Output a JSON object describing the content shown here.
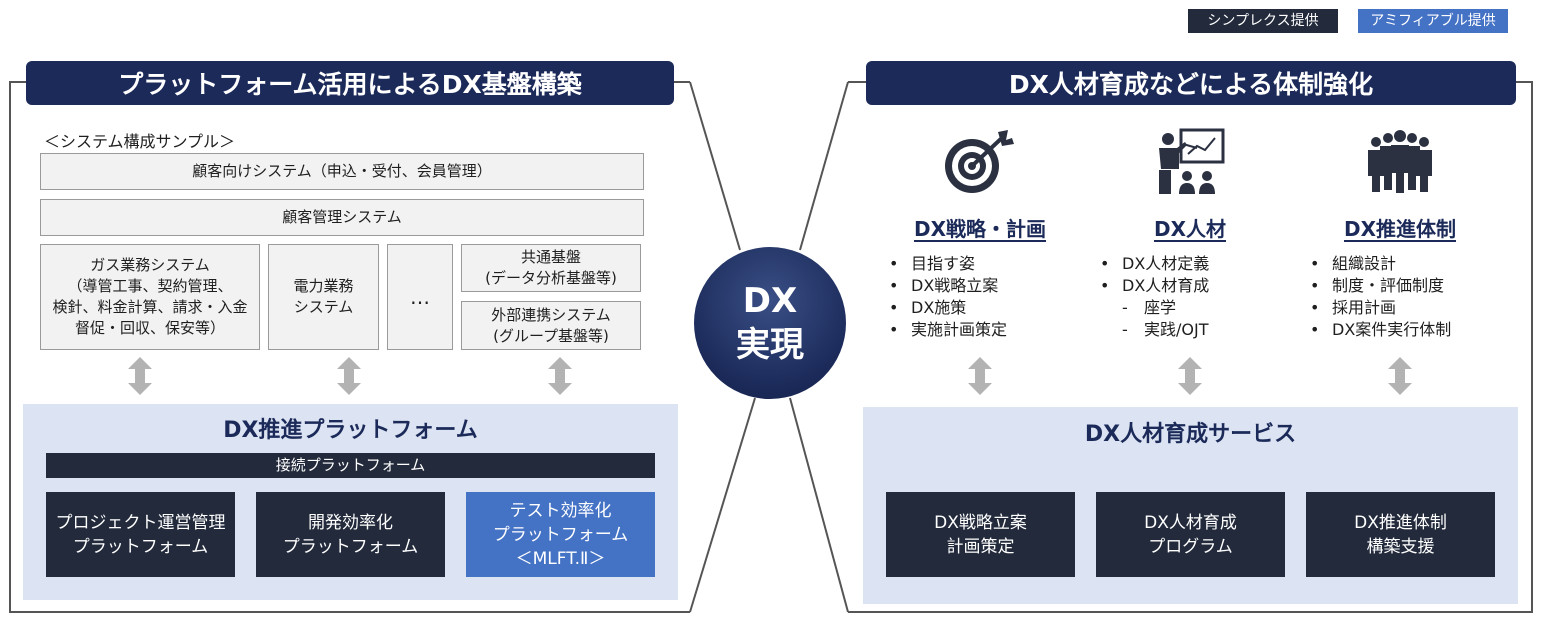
{
  "legend": {
    "simplex": {
      "label": "シンプレクス提供",
      "color": "#222a3b"
    },
    "amiable": {
      "label": "アミフィアブル提供",
      "color": "#4472c4"
    }
  },
  "center": {
    "line1": "DX",
    "line2": "実現"
  },
  "left": {
    "title": "プラットフォーム活用によるDX基盤構築",
    "sample_label": "＜システム構成サンプル＞",
    "systems": {
      "customer_facing": "顧客向けシステム（申込・受付、会員管理）",
      "customer_mgmt": "顧客管理システム",
      "gas": "ガス業務システム\n（導管工事、契約管理、\n検針、料金計算、請求・入金\n督促・回収、保安等）",
      "power": "電力業務\nシステム",
      "ellipsis": "…",
      "common": "共通基盤\n(データ分析基盤等)",
      "external": "外部連携システム\n(グループ基盤等)"
    },
    "platform": {
      "title": "DX推進プラットフォーム",
      "connect": "接続プラットフォーム",
      "boxes": [
        {
          "label": "プロジェクト運営管理\nプラットフォーム",
          "provider": "simplex"
        },
        {
          "label": "開発効率化\nプラットフォーム",
          "provider": "simplex"
        },
        {
          "label": "テスト効率化\nプラットフォーム\n＜MLFT.Ⅱ＞",
          "provider": "amiable"
        }
      ]
    }
  },
  "right": {
    "title": "DX人材育成などによる体制強化",
    "columns": [
      {
        "icon": "target-icon",
        "heading": "DX戦略・計画",
        "items": [
          {
            "t": "目指す姿",
            "k": "b"
          },
          {
            "t": "DX戦略立案",
            "k": "b"
          },
          {
            "t": "DX施策",
            "k": "b"
          },
          {
            "t": "実施計画策定",
            "k": "b"
          }
        ]
      },
      {
        "icon": "presenter-icon",
        "heading": "DX人材",
        "items": [
          {
            "t": "DX人材定義",
            "k": "b"
          },
          {
            "t": "DX人材育成",
            "k": "b"
          },
          {
            "t": "座学",
            "k": "d"
          },
          {
            "t": "実践/OJT",
            "k": "d"
          }
        ]
      },
      {
        "icon": "team-icon",
        "heading": "DX推進体制",
        "items": [
          {
            "t": "組織設計",
            "k": "b"
          },
          {
            "t": "制度・評価制度",
            "k": "b"
          },
          {
            "t": "採用計画",
            "k": "b"
          },
          {
            "t": "DX案件実行体制",
            "k": "b"
          }
        ]
      }
    ],
    "service": {
      "title": "DX人材育成サービス",
      "boxes": [
        {
          "label": "DX戦略立案\n計画策定",
          "provider": "simplex"
        },
        {
          "label": "DX人材育成\nプログラム",
          "provider": "simplex"
        },
        {
          "label": "DX推進体制\n構築支援",
          "provider": "simplex"
        }
      ]
    }
  }
}
